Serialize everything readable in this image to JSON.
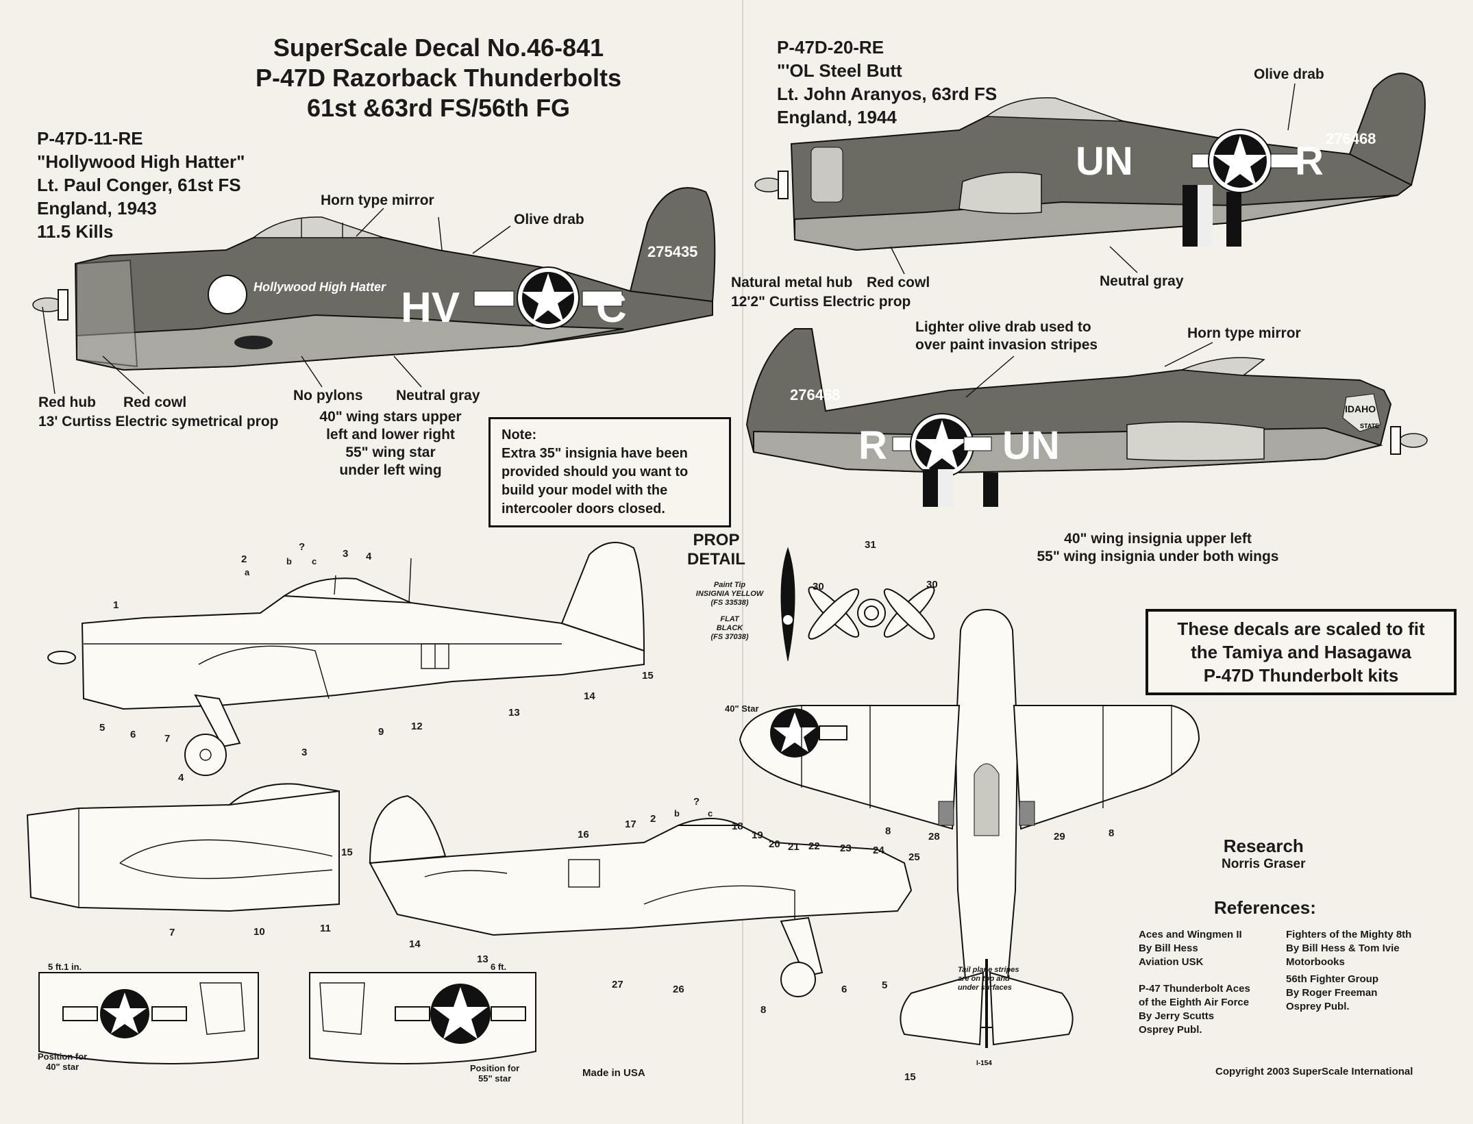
{
  "header": {
    "line1": "SuperScale Decal No.46-841",
    "line2": "P-47D Razorback Thunderbolts",
    "line3": "61st &63rd FS/56th FG"
  },
  "aircraft1": {
    "model": "P-47D-11-RE",
    "name": "\"Hollywood High Hatter\"",
    "pilot": "Lt. Paul Conger, 61st FS",
    "place": "England, 1943",
    "kills": "11.5 Kills",
    "serial": "275435",
    "code_left": "HV",
    "code_right": "C",
    "nose_art": "Hollywood High Hatter",
    "labels": {
      "mirror": "Horn type mirror",
      "olive": "Olive drab",
      "red_hub": "Red hub",
      "red_cowl": "Red cowl",
      "prop": "13' Curtiss Electric symetrical prop",
      "no_pylons": "No pylons",
      "neutral_gray": "Neutral gray",
      "wing_stars_1": "40\" wing stars upper",
      "wing_stars_2": "left and lower right",
      "wing_stars_3": "55\" wing star",
      "wing_stars_4": "under left wing"
    }
  },
  "aircraft2": {
    "model": "P-47D-20-RE",
    "name": "\"'OL Steel Butt",
    "pilot": "Lt. John Aranyos, 63rd FS",
    "place": "England, 1944",
    "serial": "276468",
    "code_left": "UN",
    "code_right": "R",
    "state_art": "IDAHO",
    "state_sub": "STATE",
    "labels": {
      "olive": "Olive drab",
      "hub": "Natural metal hub",
      "cowl": "Red cowl",
      "prop": "12'2\" Curtiss Electric prop",
      "neutral_gray": "Neutral gray",
      "lighter_1": "Lighter olive drab used to",
      "lighter_2": "over paint invasion stripes",
      "mirror": "Horn type mirror",
      "insignia_1": "40\" wing insignia upper left",
      "insignia_2": "55\" wing insignia under both wings"
    }
  },
  "note": {
    "title": "Note:",
    "line1": "Extra 35\" insignia have been",
    "line2": "provided should you want to",
    "line3": "build your model with the",
    "line4": "intercooler doors closed."
  },
  "prop_detail": {
    "title1": "PROP",
    "title2": "DETAIL",
    "tip1": "Paint Tip",
    "tip2": "INSIGNIA YELLOW",
    "tip3": "(FS 33538)",
    "black1": "FLAT",
    "black2": "BLACK",
    "black3": "(FS 37038)",
    "n31": "31",
    "n30a": "30",
    "n30b": "30"
  },
  "scale_box": {
    "line1": "These decals are scaled to fit",
    "line2": "the Tamiya and Hasagawa",
    "line3": "P-47D Thunderbolt kits"
  },
  "research": {
    "title": "Research",
    "name": "Norris Graser"
  },
  "references": {
    "title": "References:",
    "items": [
      {
        "l1": "Aces and Wingmen II",
        "l2": "By Bill Hess",
        "l3": "Aviation USK"
      },
      {
        "l1": "P-47 Thunderbolt Aces",
        "l2": "of the Eighth Air Force",
        "l3": "By Jerry Scutts",
        "l4": "Osprey Publ."
      },
      {
        "l1": "Fighters of the Mighty 8th",
        "l2": "By Bill Hess & Tom Ivie",
        "l3": "Motorbooks"
      },
      {
        "l1": "56th Fighter Group",
        "l2": "By Roger Freeman",
        "l3": "Osprey Publ."
      }
    ]
  },
  "planform": {
    "star_label": "40\" Star",
    "tail_note1": "Tail plane stripes",
    "tail_note2": "are on top and",
    "tail_note3": "under surfaces",
    "n8a": "8",
    "n8b": "8",
    "n28": "28",
    "n29": "29",
    "n15": "15",
    "serial": "I-154"
  },
  "stencil_side": {
    "n1": "1",
    "n2": "2",
    "a": "a",
    "q": "?",
    "b": "b",
    "c": "c",
    "n3": "3",
    "n4": "4",
    "n5": "5",
    "n6": "6",
    "n7": "7",
    "n9": "9",
    "n12": "12",
    "n13": "13",
    "n14": "14",
    "n15": "15"
  },
  "stencil_nose": {
    "n3": "3",
    "n4": "4",
    "n7": "7",
    "n10": "10",
    "n11": "11"
  },
  "stencil_right": {
    "n2": "2",
    "q": "?",
    "b": "b",
    "c": "c",
    "n5": "5",
    "n6": "6",
    "n8": "8",
    "n13": "13",
    "n14": "14",
    "n15": "15",
    "n16": "16",
    "n17": "17",
    "n18": "18",
    "n19": "19",
    "n20": "20",
    "n21": "21",
    "n22": "22",
    "n23": "23",
    "n24": "24",
    "n25": "25",
    "n26": "26",
    "n27": "27"
  },
  "wings": {
    "dim1": "5 ft.1 in.",
    "dim2": "6 ft.",
    "pos40_1": "Position for",
    "pos40_2": "40\" star",
    "pos55_1": "Position for",
    "pos55_2": "55\" star"
  },
  "footer": {
    "made": "Made in USA",
    "copyright": "Copyright 2003 SuperScale International"
  },
  "colors": {
    "paper": "#f3f1ea",
    "olive_drab": "#6b6b63",
    "neutral_gray": "#a9a9a2",
    "ink": "#1a1a1a"
  }
}
